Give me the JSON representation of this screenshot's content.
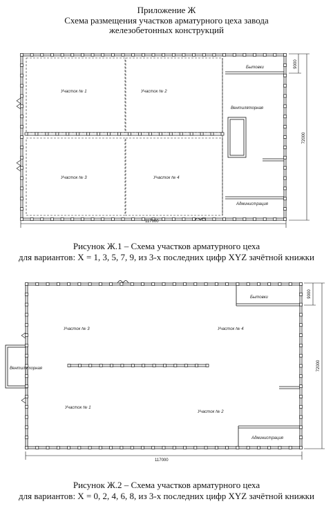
{
  "header": {
    "appendix": "Приложение Ж",
    "title_line1": "Схема размещения участков арматурного цеха завода",
    "title_line2": "железобетонных конструкций"
  },
  "figure1": {
    "caption_line1": "Рисунок Ж.1 – Схема участков арматурного цеха",
    "caption_line2": "для вариантов: X = 1, 3, 5, 7, 9, из 3-х последних цифр XYZ зачётной книжки",
    "areas": {
      "a1": "Участок № 1",
      "a2": "Участок № 2",
      "a3": "Участок № 3",
      "a4": "Участок № 4",
      "vent": "Вентиляторная",
      "byt": "Бытовки",
      "adm": "Администрация"
    },
    "dims": {
      "length": "117000",
      "width": "72000",
      "bay": "9000"
    }
  },
  "figure2": {
    "caption_line1": "Рисунок Ж.2 – Схема участков арматурного цеха",
    "caption_line2": "для вариантов: X = 0, 2, 4, 6, 8, из 3-х последних цифр XYZ зачётной книжки",
    "areas": {
      "a1": "Участок № 1",
      "a2": "Участок № 2",
      "a3": "Участок № 3",
      "a4": "Участок № 4",
      "vent": "Вентиляторная",
      "byt": "Бытовки",
      "adm": "Администрация"
    },
    "dims": {
      "length": "117000",
      "width": "72000",
      "bay": "9000"
    }
  }
}
